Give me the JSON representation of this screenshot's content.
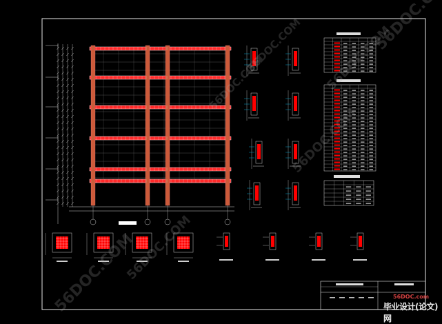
{
  "drawing": {
    "background": "#000000",
    "frame_color": "#ffffff",
    "beam_color": "#ff2a2a",
    "column_color": "#cc5a3a",
    "hatch_color": "#ff0000",
    "dimension_color": "#00c8ff",
    "text_color": "#cfcfcf"
  },
  "watermarks": [
    "56DOC.COM",
    "56DOC.COM",
    "56DOC.COM",
    "56DOC.COM",
    "56DOC.COM",
    "56DOC.COM",
    "56DOC.COM"
  ],
  "logo": {
    "site": "56DOC.com",
    "brand": "毕业设计(论文)网"
  }
}
